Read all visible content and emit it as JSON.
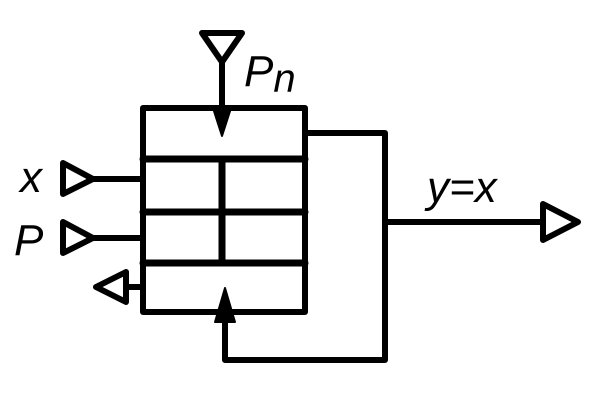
{
  "labels": {
    "pn_main": "P",
    "pn_sub": "n",
    "x": "x",
    "p": "P",
    "output": "y=x"
  }
}
